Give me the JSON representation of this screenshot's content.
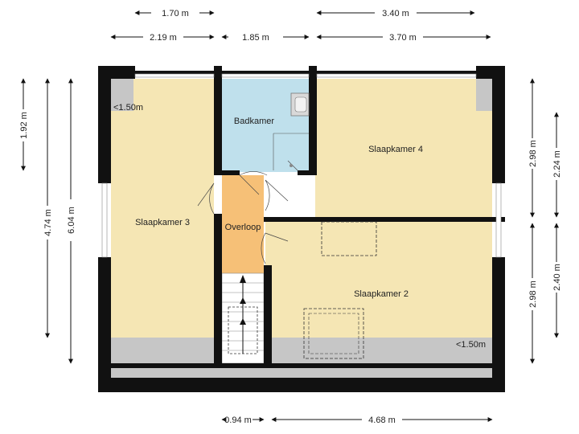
{
  "colors": {
    "bedroom": "#f5e6b4",
    "bathroom": "#bfe0ec",
    "landing": "#f6c077",
    "low_ceiling": "#c6c6c6",
    "wall": "#111111",
    "stairs": "#ffffff"
  },
  "rooms": {
    "bathroom": "Badkamer",
    "bedroom4": "Slaapkamer 4",
    "bedroom3": "Slaapkamer 3",
    "landing": "Overloop",
    "bedroom2": "Slaapkamer 2"
  },
  "low_ceiling_labels": {
    "left": "<1.50m",
    "right": "<1.50m"
  },
  "dimensions": {
    "top_row1": [
      "1.70 m",
      "3.40 m"
    ],
    "top_row2": [
      "2.19 m",
      "1.85 m",
      "3.70 m"
    ],
    "bottom": [
      "0.94 m",
      "4.68 m"
    ],
    "left_outer": "6.04 m",
    "left_mid": "4.74 m",
    "left_small": "1.92 m",
    "right_inner": [
      "2.98 m",
      "2.98 m"
    ],
    "right_outer": [
      "2.24 m",
      "2.40 m"
    ]
  }
}
